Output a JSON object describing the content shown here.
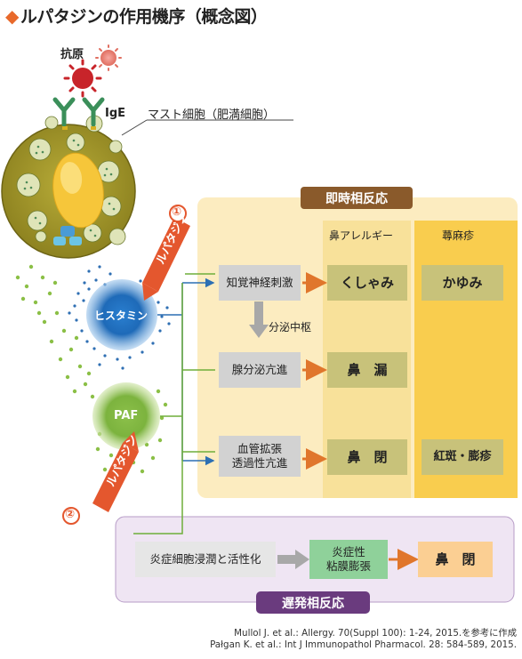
{
  "title": "ルパタジンの作用機序（概念図）",
  "antigen_label": "抗原",
  "ige_label": "IgE",
  "mast_cell_label": "マスト細胞（肥満細胞）",
  "immediate": {
    "header": "即時相反応",
    "col_nasal": "鼻アレルギー",
    "col_urticaria": "蕁麻疹"
  },
  "mediators": {
    "histamine": "ヒスタミン",
    "paf": "PAF"
  },
  "drug": {
    "name": "ルパタジン",
    "mark1": "①",
    "mark2": "②"
  },
  "rows": {
    "sensory": "知覚神経刺激",
    "sneeze": "くしゃみ",
    "itch": "かゆみ",
    "center": "分泌中枢",
    "gland": "腺分泌亢進",
    "rhinorrhea": "鼻　漏",
    "vascular_1": "血管拡張",
    "vascular_2": "透過性亢進",
    "obstruction": "鼻　閉",
    "erythema": "紅斑・膨疹"
  },
  "late": {
    "header": "遅発相反応",
    "infiltration": "炎症細胞浸潤と活性化",
    "mucosa_1": "炎症性",
    "mucosa_2": "粘膜膨張",
    "obstruction": "鼻　閉"
  },
  "references": [
    "Mullol J. et al.: Allergy. 70(Suppl 100): 1-24, 2015.を参考に作成",
    "Pałgan K. et al.: Int J Immunopathol Pharmacol. 28: 584-589, 2015."
  ],
  "colors": {
    "accent_orange": "#e8692b",
    "header_brown": "#8a5a2b",
    "late_purple": "#6a3b7e",
    "histamine_blue": "#1f6fc0",
    "paf_green": "#7cb33e"
  }
}
